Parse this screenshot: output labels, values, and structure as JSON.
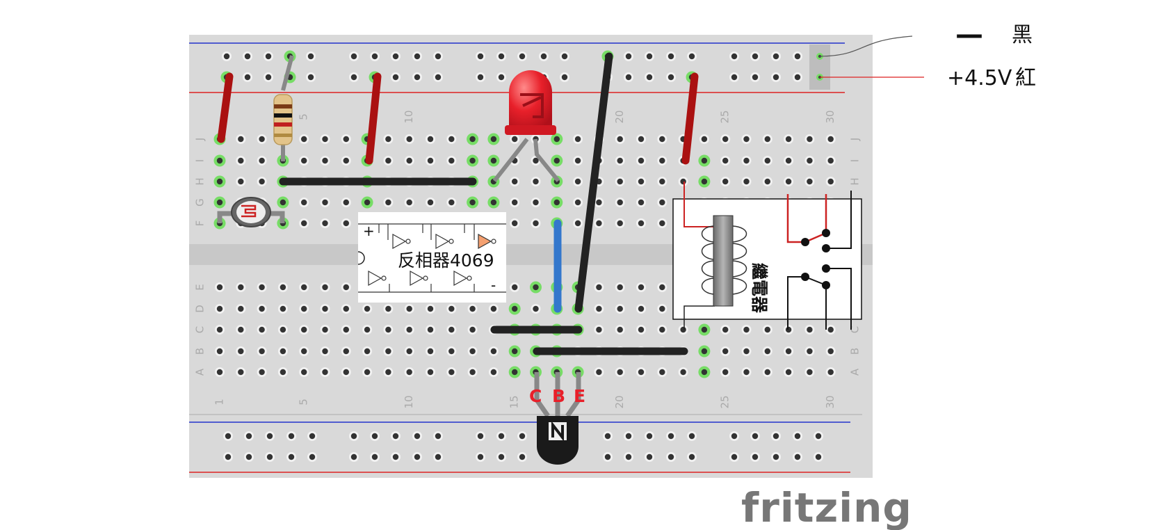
{
  "power_labels": {
    "minus_sign": "—",
    "black": "黑",
    "plus": "+4.5V",
    "red": "紅"
  },
  "breadboard": {
    "row_letters_top": [
      "J",
      "I",
      "H",
      "G",
      "F"
    ],
    "row_letters_bottom": [
      "E",
      "D",
      "C",
      "B",
      "A"
    ],
    "column_numbers": [
      "1",
      "5",
      "10",
      "15",
      "20",
      "25",
      "30"
    ],
    "column_number_positions": [
      1,
      5,
      10,
      15,
      20,
      25,
      30
    ]
  },
  "ic": {
    "label": "反相器4069",
    "plus": "+",
    "minus": "-"
  },
  "relay": {
    "label": "繼電器"
  },
  "transistor": {
    "pin_c": "C",
    "pin_b": "B",
    "pin_e": "E"
  },
  "logo": {
    "text": "fritzing"
  },
  "colors": {
    "board": "#d9d9d9",
    "hole": "#333333",
    "hole_connected": "#77dd66",
    "rail_blue": "#2233cc",
    "rail_red": "#dd2222",
    "wire_red": "#aa1111",
    "wire_black": "#222222",
    "wire_blue": "#3377cc",
    "led": "#e8202a",
    "pin_label": "#e8202a",
    "logo": "#777777"
  }
}
